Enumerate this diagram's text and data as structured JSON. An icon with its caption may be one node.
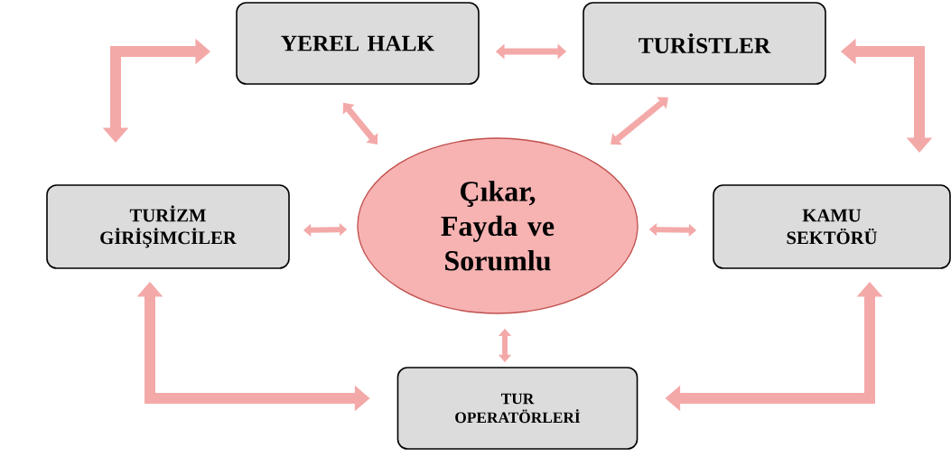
{
  "diagram": {
    "nodes": [
      {
        "text": [
          "YEREL HALK"
        ]
      },
      {
        "text": [
          "TURİSTLER"
        ]
      },
      {
        "text": [
          "TURİZM GİRİŞİMCİLER"
        ]
      },
      {
        "text": [
          "Çıkar, Fayda ve Sorumlu"
        ]
      },
      {
        "text": [
          "KAMU SEKTÖRÜ"
        ]
      },
      {
        "text": [
          "TUR OPERATÖRLERİ"
        ]
      }
    ],
    "edges": [
      {
        "from": 0,
        "to": 1,
        "arrow": "both"
      },
      {
        "from": 0,
        "to": 3,
        "arrow": "both"
      },
      {
        "from": 1,
        "to": 3,
        "arrow": "both"
      },
      {
        "from": 2,
        "to": 3,
        "arrow": "both"
      },
      {
        "from": 3,
        "to": 4,
        "arrow": "both"
      },
      {
        "from": 3,
        "to": 5,
        "arrow": "both"
      },
      {
        "from": 0,
        "to": 2,
        "arrow": "both"
      },
      {
        "from": 1,
        "to": 4,
        "arrow": "both"
      },
      {
        "from": 2,
        "to": 5,
        "arrow": "both"
      },
      {
        "from": 4,
        "to": 5,
        "arrow": "both"
      }
    ]
  }
}
